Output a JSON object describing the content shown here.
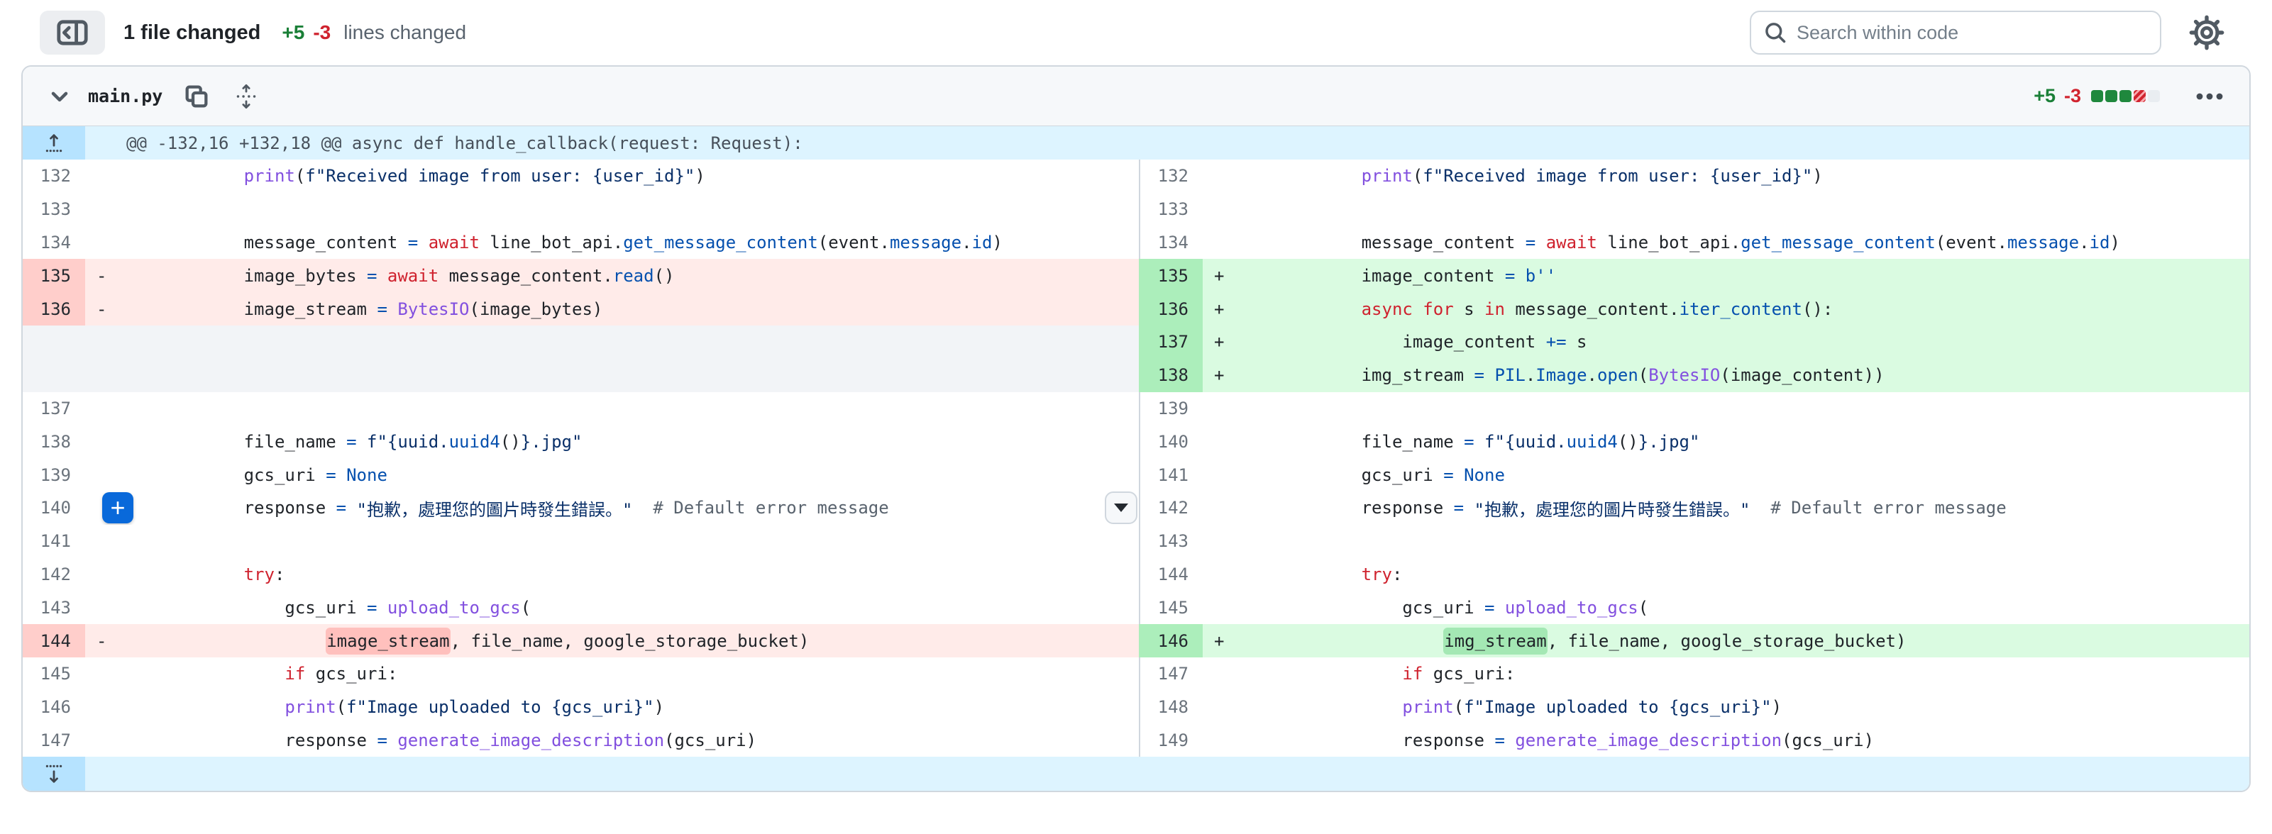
{
  "topbar": {
    "title": "1 file changed",
    "additions": "+5",
    "deletions": "-3",
    "suffix": "lines changed",
    "search_placeholder": "Search within code"
  },
  "file": {
    "name": "main.py",
    "additions": "+5",
    "deletions": "-3",
    "diffstat": [
      "add",
      "add",
      "add",
      "del",
      "neutral"
    ]
  },
  "hunk": {
    "text": "@@ -132,16 +132,18 @@ async def handle_callback(request: Request):"
  },
  "icons": {
    "sidebar": "panel-collapse-left-icon",
    "search": "magnifier-icon",
    "settings": "gear-icon",
    "file_collapse": "chevron-down-icon",
    "copy": "copy-icon",
    "expand_all": "unfold-icon",
    "hunk_expand": "expand-up-icon",
    "bottom_expand": "expand-down-icon",
    "more": "kebab-icon",
    "add_comment": "plus-icon",
    "caret": "caret-down-icon"
  },
  "colors": {
    "accent": "#0969da",
    "added_bg": "#dafbe1",
    "added_gutter": "#aceebb",
    "added_word": "#a4e8b4",
    "deleted_bg": "#ffebe9",
    "deleted_gutter": "#ffcecb",
    "deleted_word": "#ffc0bd",
    "hunk_bg": "#ddf4ff",
    "hunk_gutter": "#b6e3ff",
    "add_green": "#1a7f37",
    "del_red": "#cf222e",
    "keyword": "#cf222e",
    "function": "#8250df",
    "constant": "#0550ae",
    "string": "#0a3069",
    "comment": "#59636e",
    "plain": "#1f2328"
  },
  "diff": {
    "rows": [
      {
        "l": {
          "type": "ctx",
          "n": "132",
          "seg": [
            [
              "        ",
              "p"
            ],
            [
              "print",
              "f"
            ],
            [
              "(",
              "p"
            ],
            [
              "f\"Received image from user: {user_id}\"",
              "s"
            ],
            [
              ")",
              "p"
            ]
          ]
        },
        "r": {
          "type": "ctx",
          "n": "132",
          "seg": [
            [
              "        ",
              "p"
            ],
            [
              "print",
              "f"
            ],
            [
              "(",
              "p"
            ],
            [
              "f\"Received image from user: {user_id}\"",
              "s"
            ],
            [
              ")",
              "p"
            ]
          ]
        }
      },
      {
        "l": {
          "type": "ctx",
          "n": "133",
          "seg": []
        },
        "r": {
          "type": "ctx",
          "n": "133",
          "seg": []
        }
      },
      {
        "l": {
          "type": "ctx",
          "n": "134",
          "seg": [
            [
              "        message_content ",
              "p"
            ],
            [
              "=",
              "c"
            ],
            [
              " ",
              "p"
            ],
            [
              "await",
              "k"
            ],
            [
              " line_bot_api.",
              "p"
            ],
            [
              "get_message_content",
              "c"
            ],
            [
              "(event.",
              "p"
            ],
            [
              "message",
              "c"
            ],
            [
              ".",
              "p"
            ],
            [
              "id",
              "c"
            ],
            [
              ")",
              "p"
            ]
          ]
        },
        "r": {
          "type": "ctx",
          "n": "134",
          "seg": [
            [
              "        message_content ",
              "p"
            ],
            [
              "=",
              "c"
            ],
            [
              " ",
              "p"
            ],
            [
              "await",
              "k"
            ],
            [
              " line_bot_api.",
              "p"
            ],
            [
              "get_message_content",
              "c"
            ],
            [
              "(event.",
              "p"
            ],
            [
              "message",
              "c"
            ],
            [
              ".",
              "p"
            ],
            [
              "id",
              "c"
            ],
            [
              ")",
              "p"
            ]
          ]
        }
      },
      {
        "l": {
          "type": "del",
          "n": "135",
          "m": "-",
          "seg": [
            [
              "        image_bytes ",
              "p"
            ],
            [
              "=",
              "c"
            ],
            [
              " ",
              "p"
            ],
            [
              "await",
              "k"
            ],
            [
              " message_content.",
              "p"
            ],
            [
              "read",
              "c"
            ],
            [
              "()",
              "p"
            ]
          ]
        },
        "r": {
          "type": "add",
          "n": "135",
          "m": "+",
          "seg": [
            [
              "        image_content ",
              "p"
            ],
            [
              "=",
              "c"
            ],
            [
              " ",
              "p"
            ],
            [
              "b''",
              "c"
            ]
          ]
        }
      },
      {
        "l": {
          "type": "del",
          "n": "136",
          "m": "-",
          "seg": [
            [
              "        image_stream ",
              "p"
            ],
            [
              "=",
              "c"
            ],
            [
              " ",
              "p"
            ],
            [
              "BytesIO",
              "f"
            ],
            [
              "(image_bytes)",
              "p"
            ]
          ]
        },
        "r": {
          "type": "add",
          "n": "136",
          "m": "+",
          "seg": [
            [
              "        ",
              "p"
            ],
            [
              "async",
              "k"
            ],
            [
              " ",
              "p"
            ],
            [
              "for",
              "k"
            ],
            [
              " s ",
              "p"
            ],
            [
              "in",
              "k"
            ],
            [
              " message_content.",
              "p"
            ],
            [
              "iter_content",
              "c"
            ],
            [
              "():",
              "p"
            ]
          ]
        }
      },
      {
        "l": {
          "type": "filler"
        },
        "r": {
          "type": "add",
          "n": "137",
          "m": "+",
          "seg": [
            [
              "            image_content ",
              "p"
            ],
            [
              "+=",
              "c"
            ],
            [
              " s",
              "p"
            ]
          ]
        }
      },
      {
        "l": {
          "type": "filler"
        },
        "r": {
          "type": "add",
          "n": "138",
          "m": "+",
          "seg": [
            [
              "        img_stream ",
              "p"
            ],
            [
              "=",
              "c"
            ],
            [
              " ",
              "p"
            ],
            [
              "PIL",
              "c"
            ],
            [
              ".",
              "p"
            ],
            [
              "Image",
              "c"
            ],
            [
              ".",
              "p"
            ],
            [
              "open",
              "c"
            ],
            [
              "(",
              "p"
            ],
            [
              "BytesIO",
              "f"
            ],
            [
              "(image_content))",
              "p"
            ]
          ]
        }
      },
      {
        "l": {
          "type": "ctx",
          "n": "137",
          "seg": []
        },
        "r": {
          "type": "ctx",
          "n": "139",
          "seg": []
        }
      },
      {
        "l": {
          "type": "ctx",
          "n": "138",
          "seg": [
            [
              "        file_name ",
              "p"
            ],
            [
              "=",
              "c"
            ],
            [
              " ",
              "p"
            ],
            [
              "f\"{uuid.",
              "s"
            ],
            [
              "uuid4",
              "c"
            ],
            [
              "()",
              "p"
            ],
            [
              "}.jpg\"",
              "s"
            ]
          ]
        },
        "r": {
          "type": "ctx",
          "n": "140",
          "seg": [
            [
              "        file_name ",
              "p"
            ],
            [
              "=",
              "c"
            ],
            [
              " ",
              "p"
            ],
            [
              "f\"{uuid.",
              "s"
            ],
            [
              "uuid4",
              "c"
            ],
            [
              "()",
              "p"
            ],
            [
              "}.jpg\"",
              "s"
            ]
          ]
        }
      },
      {
        "l": {
          "type": "ctx",
          "n": "139",
          "seg": [
            [
              "        gcs_uri ",
              "p"
            ],
            [
              "=",
              "c"
            ],
            [
              " ",
              "p"
            ],
            [
              "None",
              "c"
            ]
          ]
        },
        "r": {
          "type": "ctx",
          "n": "141",
          "seg": [
            [
              "        gcs_uri ",
              "p"
            ],
            [
              "=",
              "c"
            ],
            [
              " ",
              "p"
            ],
            [
              "None",
              "c"
            ]
          ]
        }
      },
      {
        "l": {
          "type": "ctx",
          "n": "140",
          "plus": true,
          "caret": true,
          "seg": [
            [
              "        response ",
              "p"
            ],
            [
              "=",
              "c"
            ],
            [
              " ",
              "p"
            ],
            [
              "\"抱歉，處理您的圖片時發生錯誤。\"",
              "s"
            ],
            [
              "  ",
              "p"
            ],
            [
              "# Default error message",
              "m"
            ]
          ]
        },
        "r": {
          "type": "ctx",
          "n": "142",
          "seg": [
            [
              "        response ",
              "p"
            ],
            [
              "=",
              "c"
            ],
            [
              " ",
              "p"
            ],
            [
              "\"抱歉，處理您的圖片時發生錯誤。\"",
              "s"
            ],
            [
              "  ",
              "p"
            ],
            [
              "# Default error message",
              "m"
            ]
          ]
        }
      },
      {
        "l": {
          "type": "ctx",
          "n": "141",
          "seg": []
        },
        "r": {
          "type": "ctx",
          "n": "143",
          "seg": []
        }
      },
      {
        "l": {
          "type": "ctx",
          "n": "142",
          "seg": [
            [
              "        ",
              "p"
            ],
            [
              "try",
              "k"
            ],
            [
              ":",
              "p"
            ]
          ]
        },
        "r": {
          "type": "ctx",
          "n": "144",
          "seg": [
            [
              "        ",
              "p"
            ],
            [
              "try",
              "k"
            ],
            [
              ":",
              "p"
            ]
          ]
        }
      },
      {
        "l": {
          "type": "ctx",
          "n": "143",
          "seg": [
            [
              "            gcs_uri ",
              "p"
            ],
            [
              "=",
              "c"
            ],
            [
              " ",
              "p"
            ],
            [
              "upload_to_gcs",
              "f"
            ],
            [
              "(",
              "p"
            ]
          ]
        },
        "r": {
          "type": "ctx",
          "n": "145",
          "seg": [
            [
              "            gcs_uri ",
              "p"
            ],
            [
              "=",
              "c"
            ],
            [
              " ",
              "p"
            ],
            [
              "upload_to_gcs",
              "f"
            ],
            [
              "(",
              "p"
            ]
          ]
        }
      },
      {
        "l": {
          "type": "del",
          "n": "144",
          "m": "-",
          "seg": [
            [
              "                ",
              "p"
            ],
            [
              "image_stream",
              "p",
              "hl"
            ],
            [
              ", file_name, google_storage_bucket)",
              "p"
            ]
          ]
        },
        "r": {
          "type": "add",
          "n": "146",
          "m": "+",
          "seg": [
            [
              "                ",
              "p"
            ],
            [
              "img_stream",
              "p",
              "hl"
            ],
            [
              ", file_name, google_storage_bucket)",
              "p"
            ]
          ]
        }
      },
      {
        "l": {
          "type": "ctx",
          "n": "145",
          "seg": [
            [
              "            ",
              "p"
            ],
            [
              "if",
              "k"
            ],
            [
              " gcs_uri:",
              "p"
            ]
          ]
        },
        "r": {
          "type": "ctx",
          "n": "147",
          "seg": [
            [
              "            ",
              "p"
            ],
            [
              "if",
              "k"
            ],
            [
              " gcs_uri:",
              "p"
            ]
          ]
        }
      },
      {
        "l": {
          "type": "ctx",
          "n": "146",
          "seg": [
            [
              "            ",
              "p"
            ],
            [
              "print",
              "f"
            ],
            [
              "(",
              "p"
            ],
            [
              "f\"Image uploaded to {gcs_uri}\"",
              "s"
            ],
            [
              ")",
              "p"
            ]
          ]
        },
        "r": {
          "type": "ctx",
          "n": "148",
          "seg": [
            [
              "            ",
              "p"
            ],
            [
              "print",
              "f"
            ],
            [
              "(",
              "p"
            ],
            [
              "f\"Image uploaded to {gcs_uri}\"",
              "s"
            ],
            [
              ")",
              "p"
            ]
          ]
        }
      },
      {
        "l": {
          "type": "ctx",
          "n": "147",
          "seg": [
            [
              "            response ",
              "p"
            ],
            [
              "=",
              "c"
            ],
            [
              " ",
              "p"
            ],
            [
              "generate_image_description",
              "f"
            ],
            [
              "(gcs_uri)",
              "p"
            ]
          ]
        },
        "r": {
          "type": "ctx",
          "n": "149",
          "seg": [
            [
              "            response ",
              "p"
            ],
            [
              "=",
              "c"
            ],
            [
              " ",
              "p"
            ],
            [
              "generate_image_description",
              "f"
            ],
            [
              "(gcs_uri)",
              "p"
            ]
          ]
        }
      }
    ]
  }
}
